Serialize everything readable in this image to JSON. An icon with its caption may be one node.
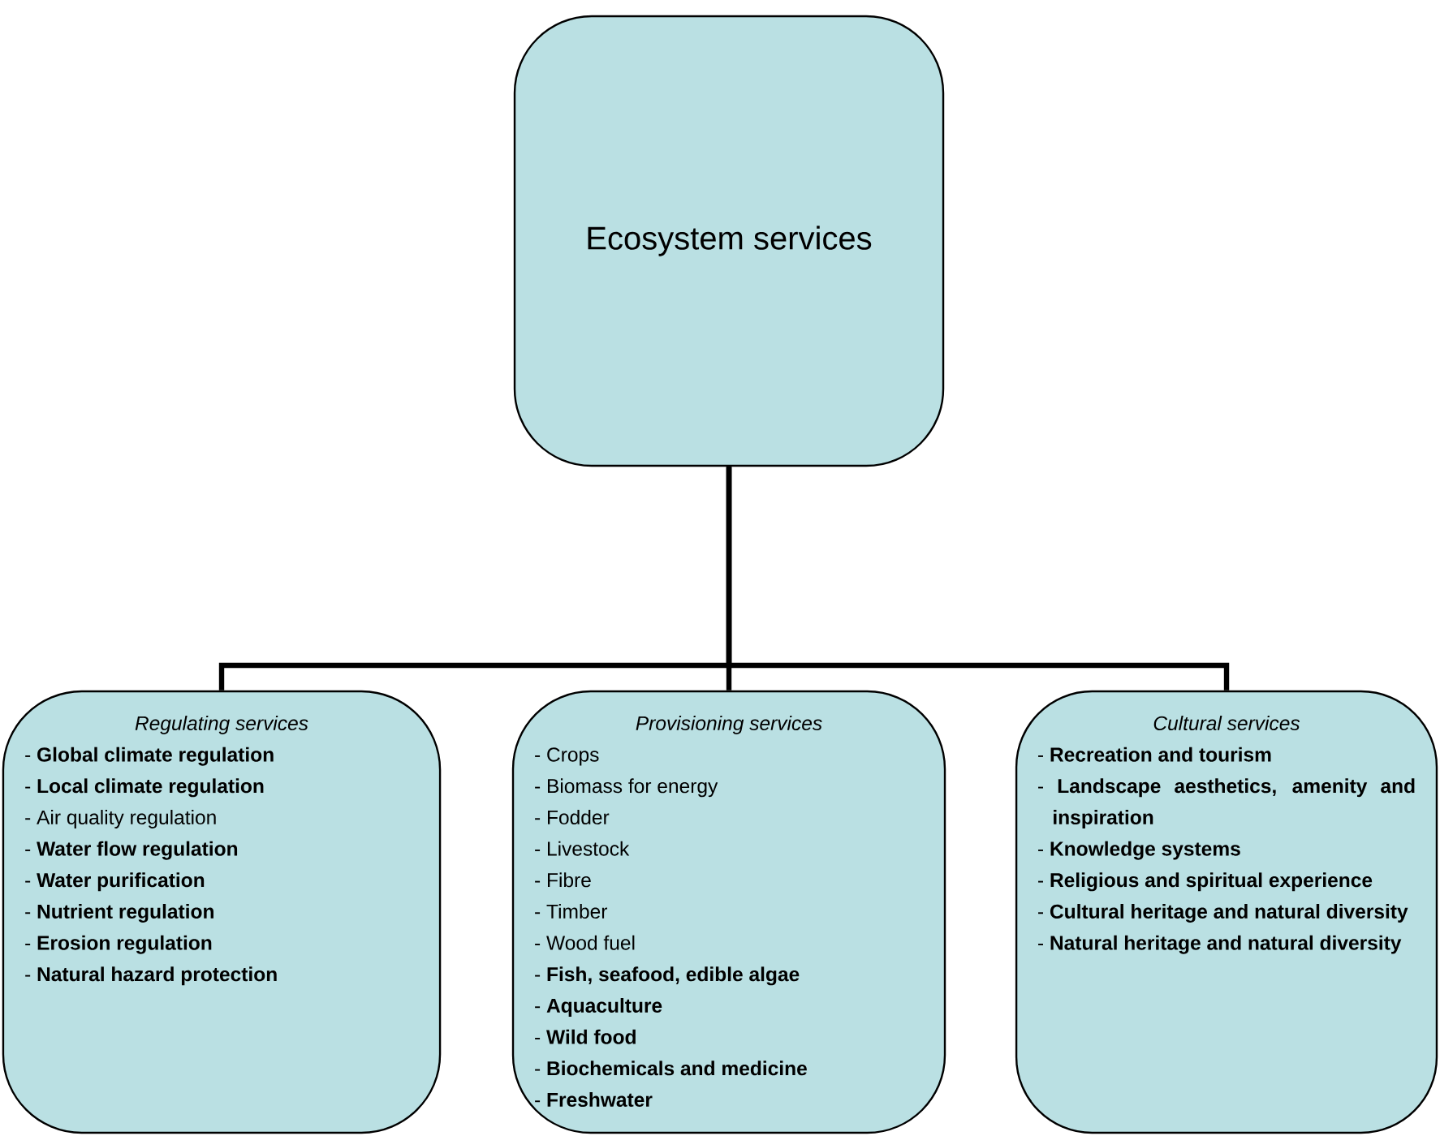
{
  "diagram": {
    "nodes": [
      {
        "text": [
          "Ecosystem services"
        ]
      },
      {
        "text": [
          "Regulating services",
          "- **Global climate regulation**",
          "- **Local climate regulation**",
          "- Air quality regulation",
          "- **Water flow regulation**",
          "- **Water purification**",
          "- **Nutrient regulation**",
          "- **Erosion regulation**",
          "- **Natural hazard protection**"
        ]
      },
      {
        "text": [
          "Provisioning services",
          "- Crops",
          "- Biomass for energy",
          "- Fodder",
          "- Livestock",
          "- Fibre",
          "- Timber",
          "- Wood fuel",
          "- **Fish, seafood, edible algae**",
          "- **Aquaculture**",
          "- **Wild food**",
          "- **Biochemicals and medicine**",
          "- **Freshwater**"
        ]
      },
      {
        "text": [
          "Cultural services",
          "- **Recreation and tourism**",
          "- **Landscape aesthetics, amenity and inspiration**",
          "- **Knowledge systems**",
          "- **Religious and spiritual experience**",
          "- **Cultural heritage and natural diversity**",
          "- **Natural heritage and natural diversity**"
        ]
      }
    ],
    "edges": [
      {
        "from": 0,
        "to": 1,
        "arrow": "none"
      },
      {
        "from": 0,
        "to": 2,
        "arrow": "none"
      },
      {
        "from": 0,
        "to": 3,
        "arrow": "none"
      }
    ]
  }
}
